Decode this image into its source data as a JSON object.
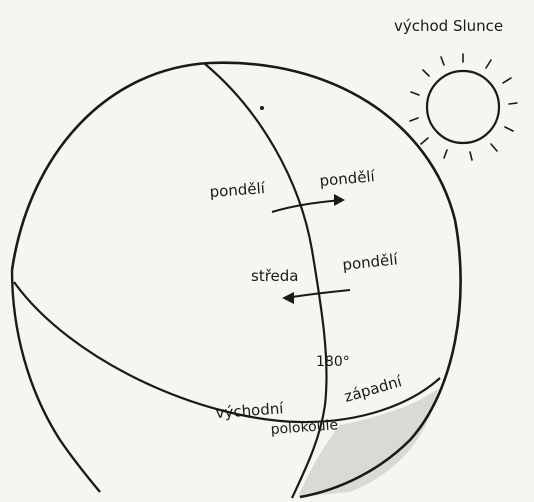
{
  "diagram": {
    "sun_label": "východ Slunce",
    "labels": {
      "monday_left": "pondělí",
      "monday_right": "pondělí",
      "wednesday": "středa",
      "monday_right_lower": "pondělí",
      "meridian": "180°",
      "eastern": "východní",
      "western": "západní",
      "hemisphere": "polokoule"
    },
    "icons": [
      "sun-icon",
      "arrow-right-icon",
      "arrow-left-icon"
    ]
  }
}
